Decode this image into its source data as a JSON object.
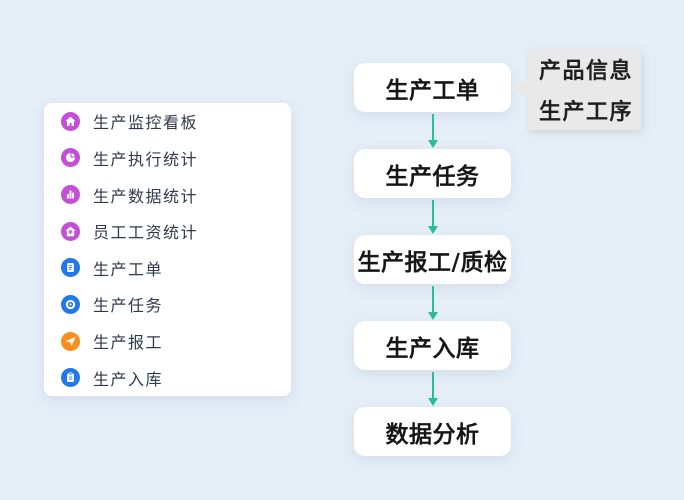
{
  "colors": {
    "background": "#e5eef7",
    "card": "#ffffff",
    "arrow_green": "#29bf96",
    "callout_bg": "#e9e9e9",
    "icon_purple": "#c24fd6",
    "icon_blue": "#2178e8",
    "icon_orange": "#f78e1e",
    "menu_label_text": "#2f3a4a",
    "node_text": "#161616"
  },
  "sidebar": {
    "items": [
      {
        "label": "生产监控看板",
        "icon": "home-icon",
        "color": "#c24fd6"
      },
      {
        "label": "生产执行统计",
        "icon": "pie-chart-icon",
        "color": "#c24fd6"
      },
      {
        "label": "生产数据统计",
        "icon": "bar-chart-icon",
        "color": "#c24fd6"
      },
      {
        "label": "员工工资统计",
        "icon": "wage-house-icon",
        "color": "#c24fd6"
      },
      {
        "label": "生产工单",
        "icon": "document-icon",
        "color": "#2178e8"
      },
      {
        "label": "生产任务",
        "icon": "target-icon",
        "color": "#2178e8"
      },
      {
        "label": "生产报工",
        "icon": "send-icon",
        "color": "#f78e1e"
      },
      {
        "label": "生产入库",
        "icon": "clipboard-icon",
        "color": "#2178e8"
      }
    ]
  },
  "flow": {
    "nodes": [
      {
        "label": "生产工单"
      },
      {
        "label": "生产任务"
      },
      {
        "label": "生产报工/质检"
      },
      {
        "label": "生产入库"
      },
      {
        "label": "数据分析"
      }
    ],
    "callout": {
      "lines": [
        "产品信息",
        "生产工序"
      ]
    }
  }
}
